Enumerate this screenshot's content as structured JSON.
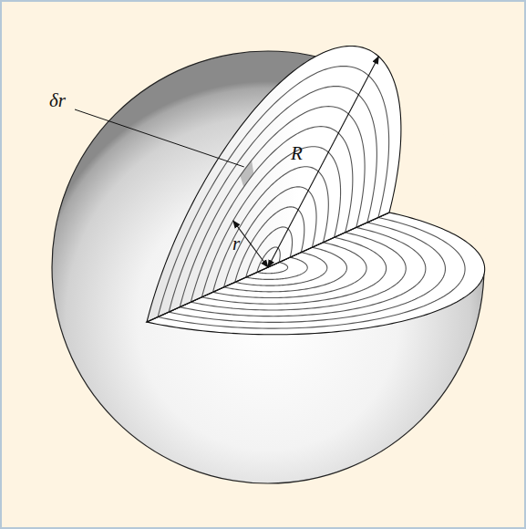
{
  "diagram": {
    "labels": [
      "δr",
      "R",
      "r"
    ]
  }
}
